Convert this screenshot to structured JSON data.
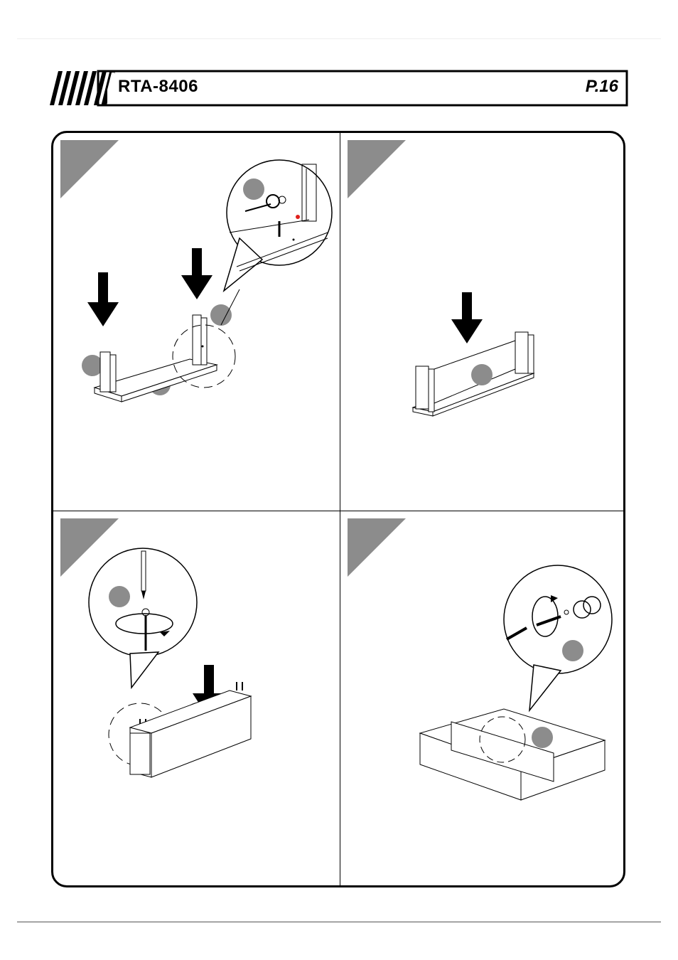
{
  "header": {
    "model": "RTA-8406",
    "page": "P.16"
  },
  "colors": {
    "line": "#000000",
    "callout_fill": "#8c8c8c",
    "step_tab": "#8c8c8c",
    "accent_dot": "#e0201c"
  },
  "steps": [
    {
      "panel": "top-left",
      "icons": [
        "arrow-down-icon",
        "arrow-down-icon",
        "magnifier-callout",
        "cam-lock-icon",
        "screwdriver-icon"
      ]
    },
    {
      "panel": "top-right",
      "icons": [
        "arrow-down-icon"
      ]
    },
    {
      "panel": "bottom-left",
      "icons": [
        "arrow-down-icon",
        "screwdriver-icon",
        "screw-icon",
        "rotate-arrow-icon"
      ]
    },
    {
      "panel": "bottom-right",
      "icons": [
        "screwdriver-icon",
        "cam-bolt-icon",
        "rotate-arrow-icon"
      ]
    }
  ]
}
